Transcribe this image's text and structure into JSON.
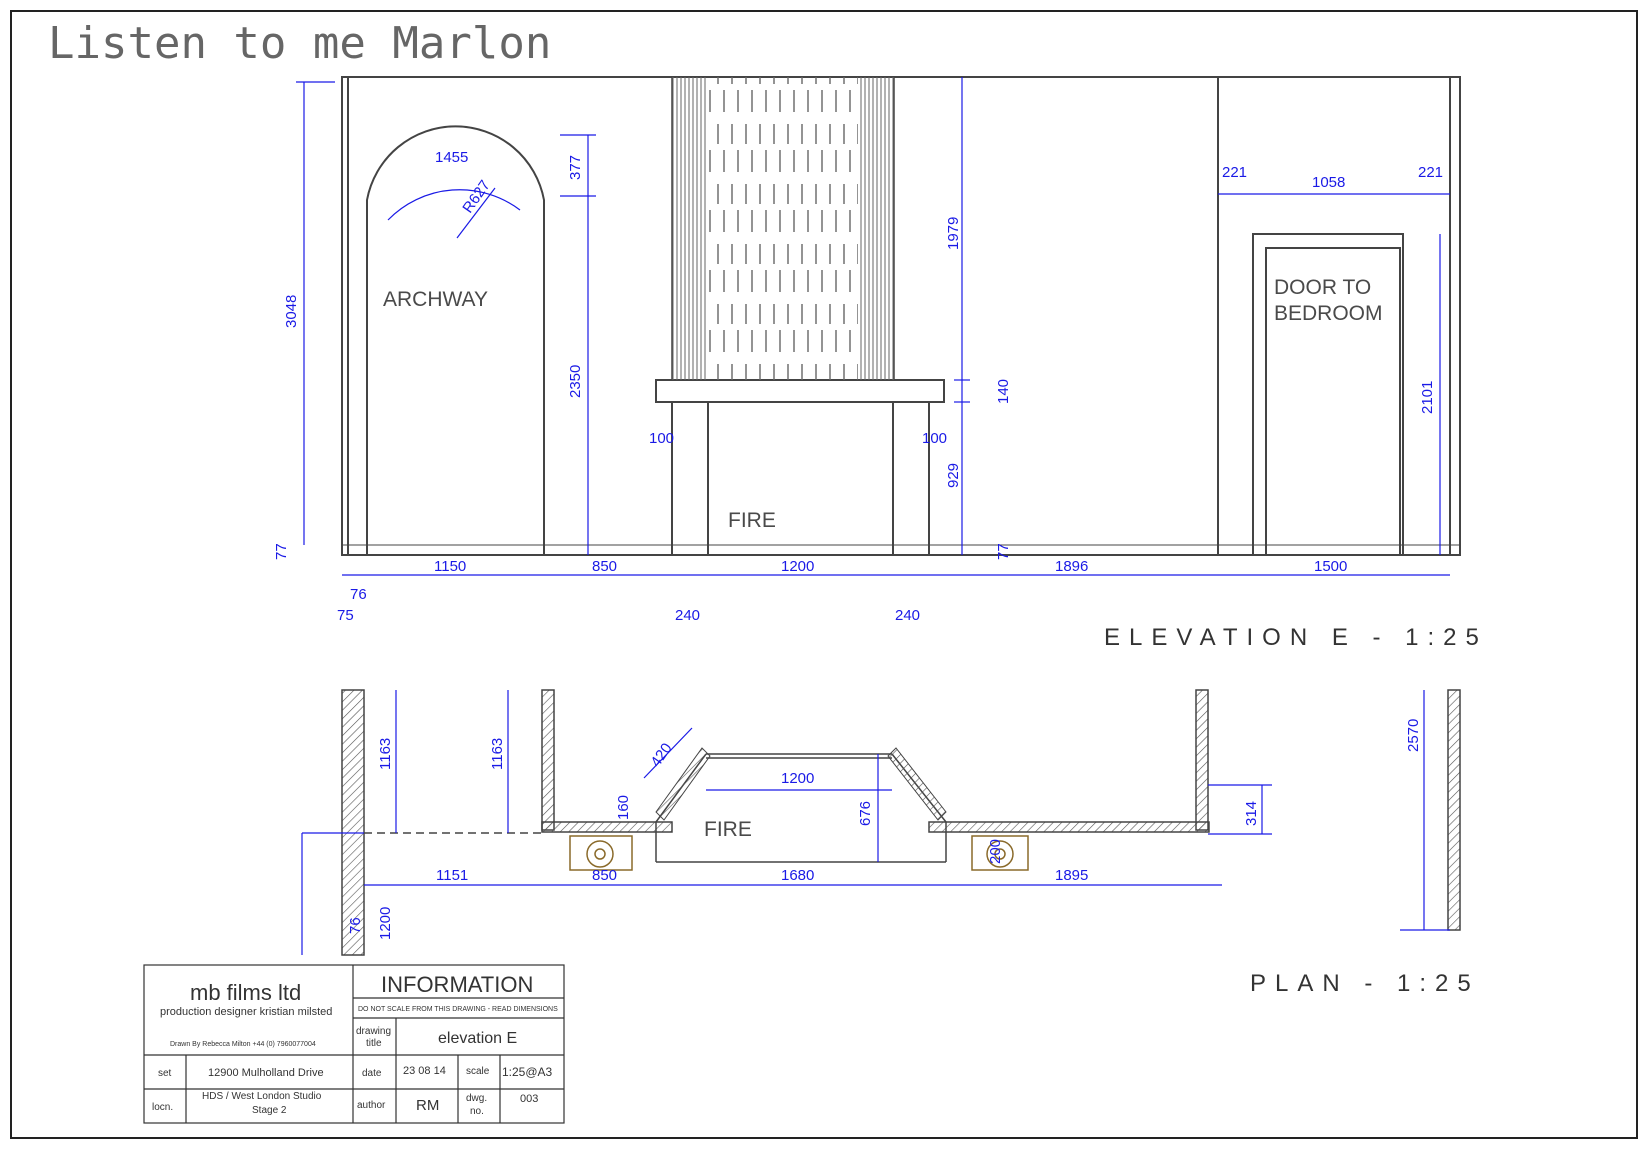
{
  "title": "Listen to me Marlon",
  "elevation": {
    "caption": "ELEVATION E - 1:25",
    "labels": {
      "archway": "ARCHWAY",
      "fire": "FIRE",
      "door_line1": "DOOR TO",
      "door_line2": "BEDROOM"
    },
    "dims": {
      "total_height": "3048",
      "skirting": "77",
      "arch_to_top": "377",
      "arch_height": "2350",
      "arch_length": "1455",
      "arch_radius": "R627",
      "chimney_height": "1979",
      "mantel": "140",
      "fire_height": "929",
      "skirt_right": "77",
      "door_height": "2101",
      "door_side_left": "221",
      "door_width": "1058",
      "door_side_right": "221",
      "jamb_left": "100",
      "jamb_right": "100",
      "w_75": "75",
      "w_76": "76",
      "w_1150": "1150",
      "w_850": "850",
      "w_1200": "1200",
      "w_1896": "1896",
      "w_1500": "1500",
      "w_240_left": "240",
      "w_240_right": "240"
    }
  },
  "plan": {
    "caption": "PLAN - 1:25",
    "labels": {
      "fire": "FIRE"
    },
    "dims": {
      "left_1163": "1163",
      "mid_1163": "1163",
      "angle_420": "420",
      "hearth_1200": "1200",
      "h_160": "160",
      "depth_676": "676",
      "w_1151": "1151",
      "w_850": "850",
      "w_1680": "1680",
      "w_1895": "1895",
      "w_200": "200",
      "d_314": "314",
      "v_76": "76",
      "v_1200": "1200",
      "v_2570": "2570"
    }
  },
  "title_block": {
    "company": "mb films ltd",
    "designer": "production designer kristian milsted",
    "drawn_by": "Drawn By Rebecca Milton +44 (0) 7960077004",
    "info_heading": "INFORMATION",
    "warning": "DO NOT SCALE FROM THIS DRAWING - READ DIMENSIONS",
    "drawing_title_label_1": "drawing",
    "drawing_title_label_2": "title",
    "drawing_title": "elevation E",
    "set_label": "set",
    "set_value": "12900 Mulholland Drive",
    "date_label": "date",
    "date_value": "23 08 14",
    "scale_label": "scale",
    "scale_value": "1:25@A3",
    "locn_label": "locn.",
    "locn_value_1": "HDS / West London Studio",
    "locn_value_2": "Stage 2",
    "author_label": "author",
    "author_value": "RM",
    "dwg_label_1": "dwg.",
    "dwg_label_2": "no.",
    "dwg_value": "003"
  },
  "colors": {
    "dimension": "#1a1ae6",
    "linework": "#444444",
    "border": "#222222"
  }
}
